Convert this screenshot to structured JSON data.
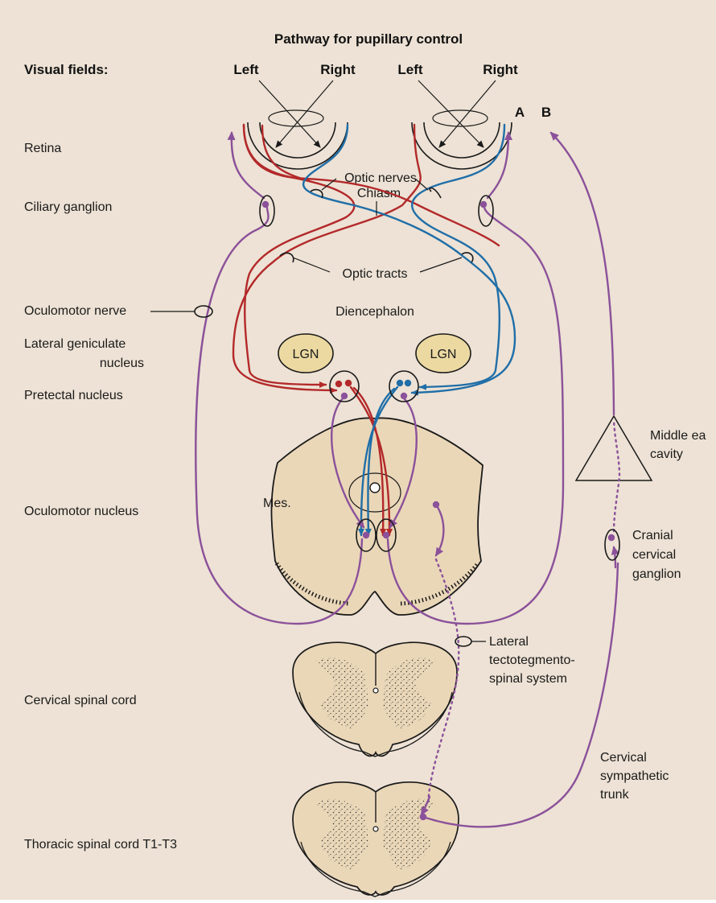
{
  "figure": {
    "title": "Pathway for pupillary control",
    "visual_fields_label": "Visual fields:",
    "eyes": [
      {
        "left_label": "Left",
        "right_label": "Right"
      },
      {
        "left_label": "Left",
        "right_label": "Right"
      }
    ],
    "marker_a": "A",
    "marker_b": "B"
  },
  "left_labels": {
    "retina": "Retina",
    "ciliary_ganglion": "Ciliary ganglion",
    "oculomotor_nerve": "Oculomotor nerve",
    "lgn_line1": "Lateral geniculate",
    "lgn_line2": "nucleus",
    "pretectal": "Pretectal nucleus",
    "oculomotor_nucleus": "Oculomotor nucleus",
    "cervical_cord": "Cervical spinal cord",
    "thoracic_cord": "Thoracic spinal cord T1-T3"
  },
  "center_labels": {
    "optic_nerves": "Optic nerves",
    "chiasm": "Chiasm",
    "optic_tracts": "Optic tracts",
    "diencephalon": "Diencephalon",
    "lgn_left": "LGN",
    "lgn_right": "LGN",
    "mes": "Mes."
  },
  "right_labels": {
    "middle_ear_line1": "Middle ea",
    "middle_ear_line2": "cavity",
    "cranial_line1": "Cranial",
    "cranial_line2": "cervical",
    "cranial_line3": "ganglion",
    "lateral_line1": "Lateral",
    "lateral_line2": "tectotegmento-",
    "lateral_line3": "spinal system",
    "sympathetic_line1": "Cervical",
    "sympathetic_line2": "sympathetic",
    "sympathetic_line3": "trunk"
  },
  "colors": {
    "background": "#ede2d5",
    "red_pathway": "#b3292a",
    "blue_pathway": "#1f6ea8",
    "purple_pathway": "#8b519a",
    "tissue": "#ead7b8",
    "lgn_fill": "#ecd9a2"
  }
}
